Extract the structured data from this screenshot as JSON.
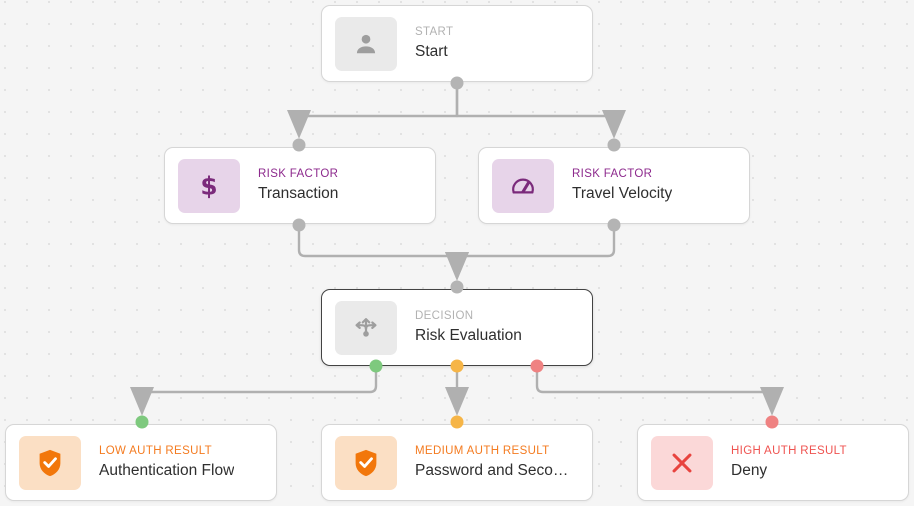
{
  "canvas": {
    "background_color": "#f5f5f5",
    "dot_color": "#e2e2e2"
  },
  "palette": {
    "grey": "#b2b2b2",
    "purple": "#8d2a8d",
    "orange": "#f47b20",
    "red": "#ef5350",
    "port_green": "#7ec97e",
    "port_amber": "#f6b547",
    "port_red": "#ef8282",
    "edge": "#b0b0b0"
  },
  "nodes": {
    "start": {
      "kicker": "START",
      "title": "Start",
      "icon": "user-icon",
      "selected": false
    },
    "transaction": {
      "kicker": "RISK FACTOR",
      "title": "Transaction",
      "icon": "dollar-icon",
      "selected": false
    },
    "travel": {
      "kicker": "RISK FACTOR",
      "title": "Travel Velocity",
      "icon": "speedometer-icon",
      "selected": false
    },
    "decision": {
      "kicker": "DECISION",
      "title": "Risk Evaluation",
      "icon": "branch-arrows-icon",
      "selected": true
    },
    "low": {
      "kicker": "LOW AUTH RESULT",
      "title": "Authentication Flow",
      "icon": "shield-check-icon",
      "selected": false
    },
    "medium": {
      "kicker": "MEDIUM AUTH RESULT",
      "title": "Password and Seco…",
      "icon": "shield-check-icon",
      "selected": false
    },
    "high": {
      "kicker": "HIGH AUTH RESULT",
      "title": "Deny",
      "icon": "x-cross-icon",
      "selected": false
    }
  }
}
